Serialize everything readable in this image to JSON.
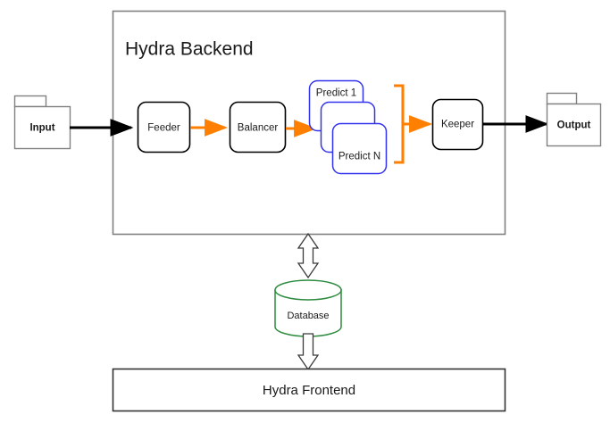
{
  "diagram": {
    "title": "Hydra Backend",
    "backend_frame": {
      "label": "Hydra Backend",
      "stroke": "#808080"
    },
    "io": {
      "input_label": "Input",
      "output_label": "Output",
      "shape": "note-document",
      "stroke": "#808080",
      "fill": "#ffffff"
    },
    "pipeline": {
      "stroke": "#000000",
      "arrow_color": "#ff8000",
      "boxes": [
        {
          "label": "Feeder",
          "name": "feeder"
        },
        {
          "label": "Balancer",
          "name": "balancer"
        },
        {
          "label": "Keeper",
          "name": "keeper"
        }
      ]
    },
    "predictors": {
      "stroke": "#3333ee",
      "bracket_color": "#ff8000",
      "items": [
        {
          "label": "Predict 1"
        },
        {
          "label": ""
        },
        {
          "label": "Predict N"
        }
      ]
    },
    "database": {
      "label": "Database",
      "stroke": "#2e8b3f",
      "fill": "#ffffff"
    },
    "frontend": {
      "label": "Hydra Frontend",
      "stroke": "#333333",
      "fill": "#ffffff"
    },
    "connectors": {
      "input_to_feeder": "solid-black-arrow",
      "keeper_to_output": "solid-black-arrow",
      "backend_to_database": "hollow-double-arrow",
      "database_to_frontend": "hollow-down-arrow"
    },
    "colors": {
      "accent_orange": "#ff8000",
      "predict_blue": "#3333ee",
      "db_green": "#2e8b3f",
      "frame_gray": "#808080",
      "ink": "#1a1a1a"
    }
  }
}
